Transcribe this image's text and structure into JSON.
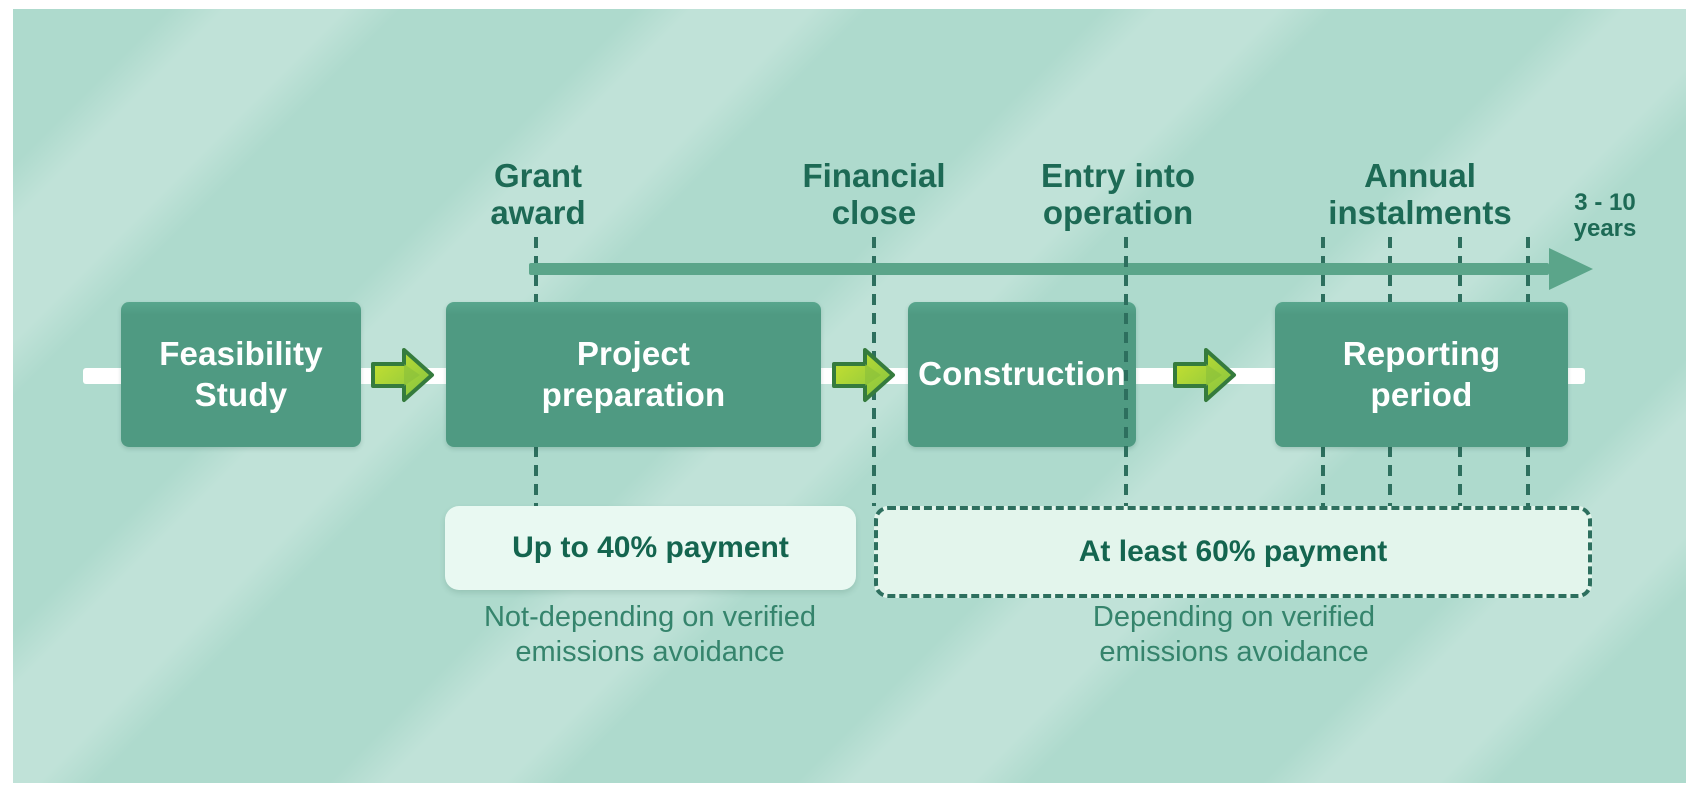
{
  "colors": {
    "background": "#aedacd",
    "stripe_highlight": "#c2e6da",
    "stage_box": "#4f9a82",
    "stage_text": "#ffffff",
    "timeline": "#5ba58a",
    "dash": "#2d6f5e",
    "milestone_text": "#1d6a55",
    "arrow_fill_start": "#cde32e",
    "arrow_fill_end": "#7fc242",
    "arrow_stroke": "#357b3d",
    "payment_box_bg": "#e9f9f2",
    "payment_text": "#14654f",
    "caption_text": "#35846c",
    "track": "#ffffff"
  },
  "stages": [
    {
      "label": "Feasibility\nStudy"
    },
    {
      "label": "Project\npreparation"
    },
    {
      "label": "Construction"
    },
    {
      "label": "Reporting\nperiod"
    }
  ],
  "milestones": [
    {
      "label": "Grant\naward"
    },
    {
      "label": "Financial\nclose"
    },
    {
      "label": "Entry into\noperation"
    },
    {
      "label": "Annual\ninstalments"
    }
  ],
  "duration_label": "3 - 10\nyears",
  "payments": [
    {
      "label": "Up to 40% payment",
      "caption": "Not-depending on verified\nemissions avoidance"
    },
    {
      "label": "At least 60% payment",
      "caption": "Depending on verified\nemissions avoidance"
    }
  ]
}
